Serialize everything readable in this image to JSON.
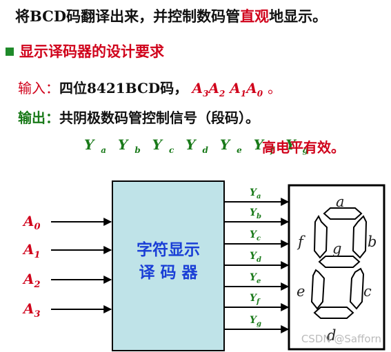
{
  "intro": {
    "before": "将BCD码翻译出来，并控制数码管",
    "highlight": "直观",
    "after": "地显示。"
  },
  "heading": "显示译码器的设计要求",
  "input_line": {
    "label": "输入：",
    "text": "四位8421BCD码，",
    "vars": [
      "A",
      "A",
      "A",
      "A"
    ],
    "subs": [
      "3",
      "2",
      "1",
      "0"
    ],
    "end": "。"
  },
  "output_line": {
    "label": "输出：",
    "text": "共阴极数码管控制信号（段码）。"
  },
  "outputs_list": {
    "letter": "Y",
    "subs": [
      "a",
      "b",
      "c",
      "d",
      "e",
      "f",
      "g"
    ],
    "valid_text": "高电平有效。"
  },
  "diagram": {
    "box_line1": "字符显示",
    "box_line2": "译 码 器",
    "inputs": [
      {
        "letter": "A",
        "sub": "0"
      },
      {
        "letter": "A",
        "sub": "1"
      },
      {
        "letter": "A",
        "sub": "2"
      },
      {
        "letter": "A",
        "sub": "3"
      }
    ],
    "outputs": [
      {
        "letter": "Y",
        "sub": "a"
      },
      {
        "letter": "Y",
        "sub": "b"
      },
      {
        "letter": "Y",
        "sub": "c"
      },
      {
        "letter": "Y",
        "sub": "d"
      },
      {
        "letter": "Y",
        "sub": "e"
      },
      {
        "letter": "Y",
        "sub": "f"
      },
      {
        "letter": "Y",
        "sub": "g"
      }
    ],
    "segments": {
      "a": "a",
      "b": "b",
      "c": "c",
      "d": "d",
      "e": "e",
      "f": "f",
      "g": "g"
    },
    "box_color": "#bfe3e8",
    "input_color": "#d0021b",
    "output_color": "#1a7a1a"
  },
  "watermark": "CSDN @Safforn"
}
